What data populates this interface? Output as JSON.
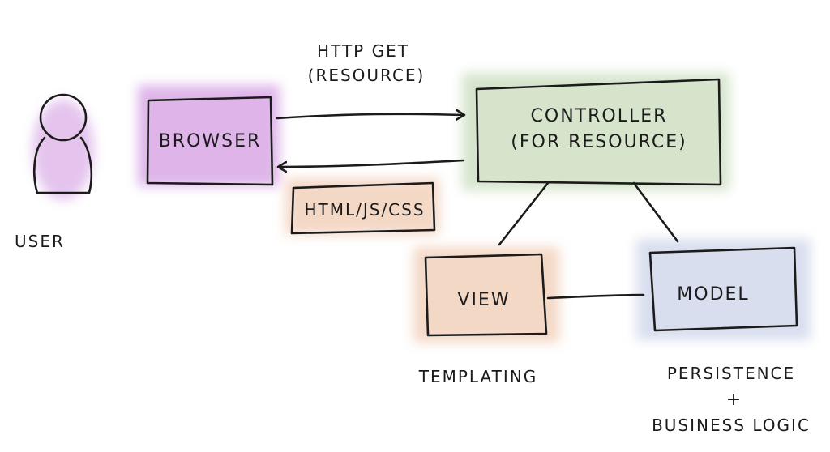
{
  "nodes": {
    "user": {
      "label": "USER"
    },
    "browser": {
      "label": "BROWSER"
    },
    "controller": {
      "line1": "CONTROLLER",
      "line2": "(FOR RESOURCE)"
    },
    "view": {
      "label": "VIEW"
    },
    "model": {
      "label": "MODEL"
    }
  },
  "edges": {
    "request": {
      "line1": "HTTP GET",
      "line2": "(RESOURCE)"
    },
    "response": {
      "label": "HTML/JS/CSS"
    }
  },
  "annotations": {
    "view_note": "TEMPLATING",
    "model_note_line1": "PERSISTENCE",
    "model_note_plus": "+",
    "model_note_line2": "BUSINESS LOGIC"
  },
  "colors": {
    "browser": "#d9a8e6",
    "controller": "#cfe0c4",
    "view": "#f3d2bd",
    "model": "#d3d9ec",
    "user": "#dcb0e8",
    "response_label": "#f3d2bd",
    "ink": "#1b1b1b"
  }
}
